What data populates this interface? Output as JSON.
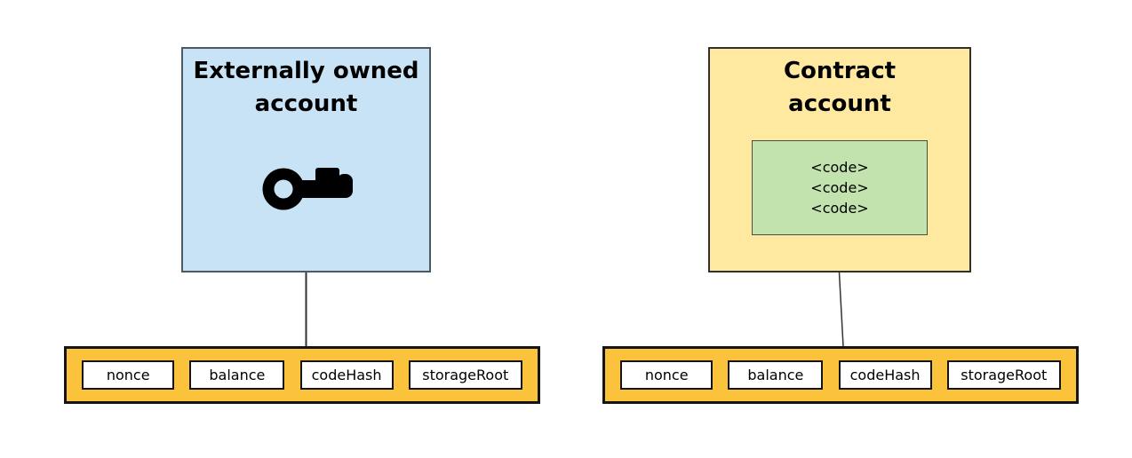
{
  "diagram": {
    "eoa": {
      "title": [
        "Externally owned",
        "account"
      ]
    },
    "contract": {
      "title": [
        "Contract",
        "account"
      ],
      "code": [
        "<code>",
        "<code>",
        "<code>"
      ]
    },
    "fields": [
      "nonce",
      "balance",
      "codeHash",
      "storageRoot"
    ],
    "icons": {
      "key": "key-icon"
    },
    "colors": {
      "eoa_fill": "#c7e3f5",
      "contract_fill": "#ffe9a0",
      "code_fill": "#c2e3ad",
      "bar_fill": "#fbc33c",
      "key_icon": "#000000",
      "connector": "#333333"
    }
  }
}
